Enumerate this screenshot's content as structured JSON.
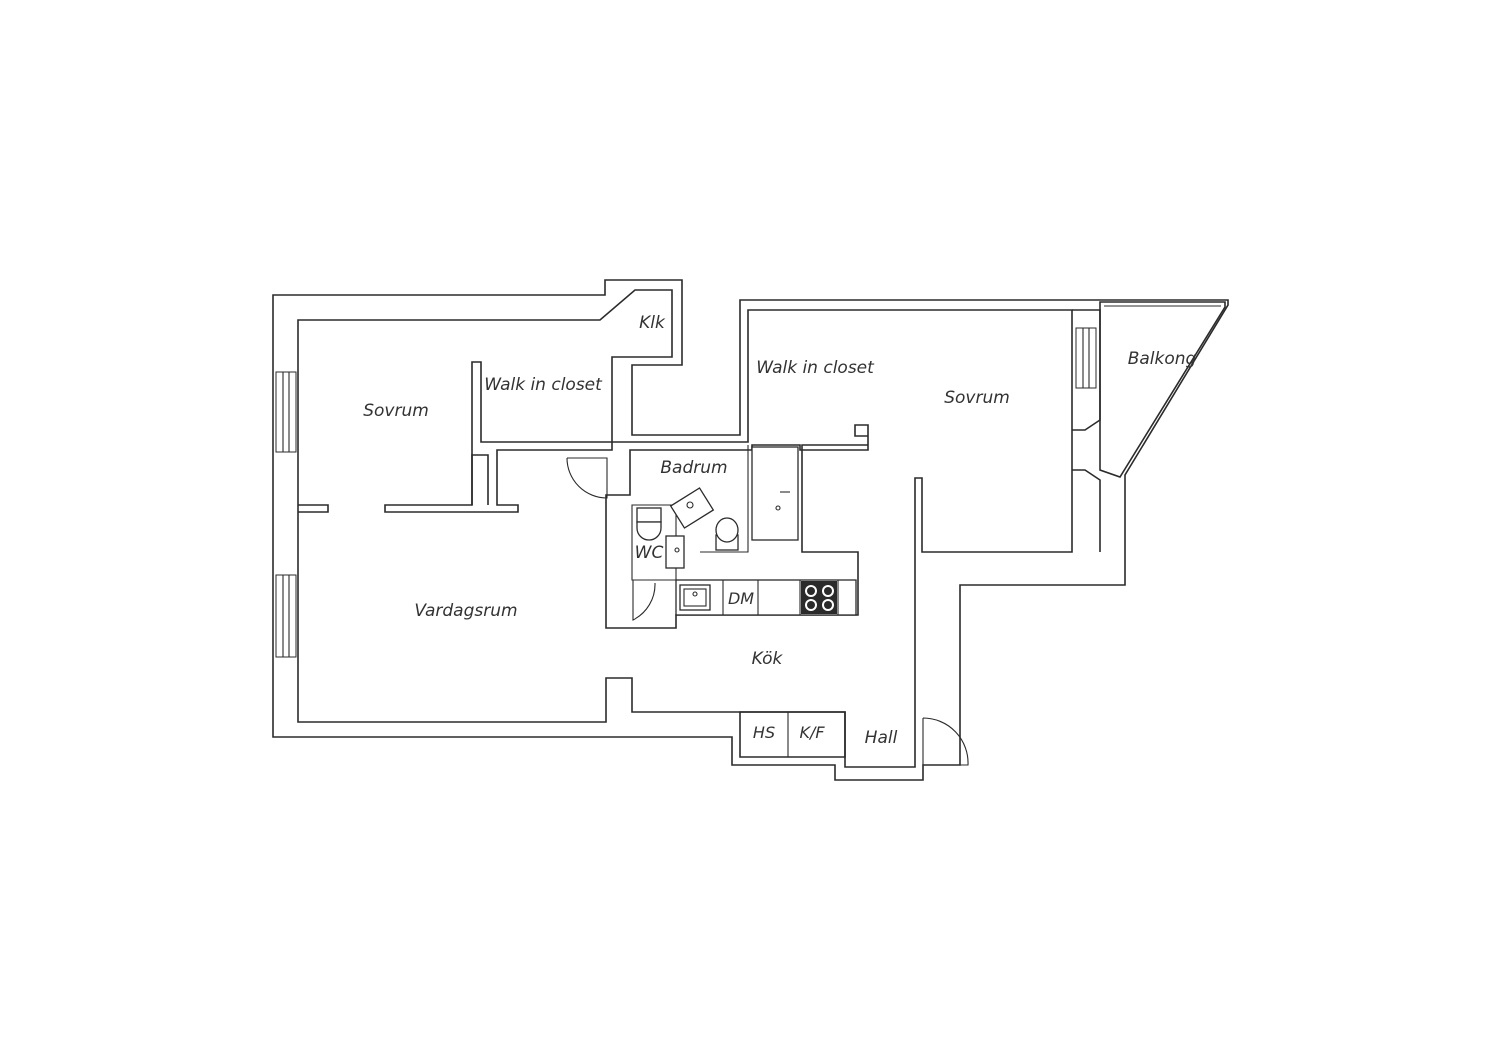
{
  "rooms": {
    "sovrum_left": "Sovrum",
    "walk_in_closet_left": "Walk in closet",
    "klk": "Klk",
    "walk_in_closet_right": "Walk in closet",
    "sovrum_right": "Sovrum",
    "balkong": "Balkong",
    "badrum": "Badrum",
    "wc": "WC",
    "vardagsrum": "Vardagsrum",
    "kok": "Kök",
    "hall": "Hall"
  },
  "fixtures": {
    "dm": "DM",
    "hs": "HS",
    "kf": "K/F"
  }
}
